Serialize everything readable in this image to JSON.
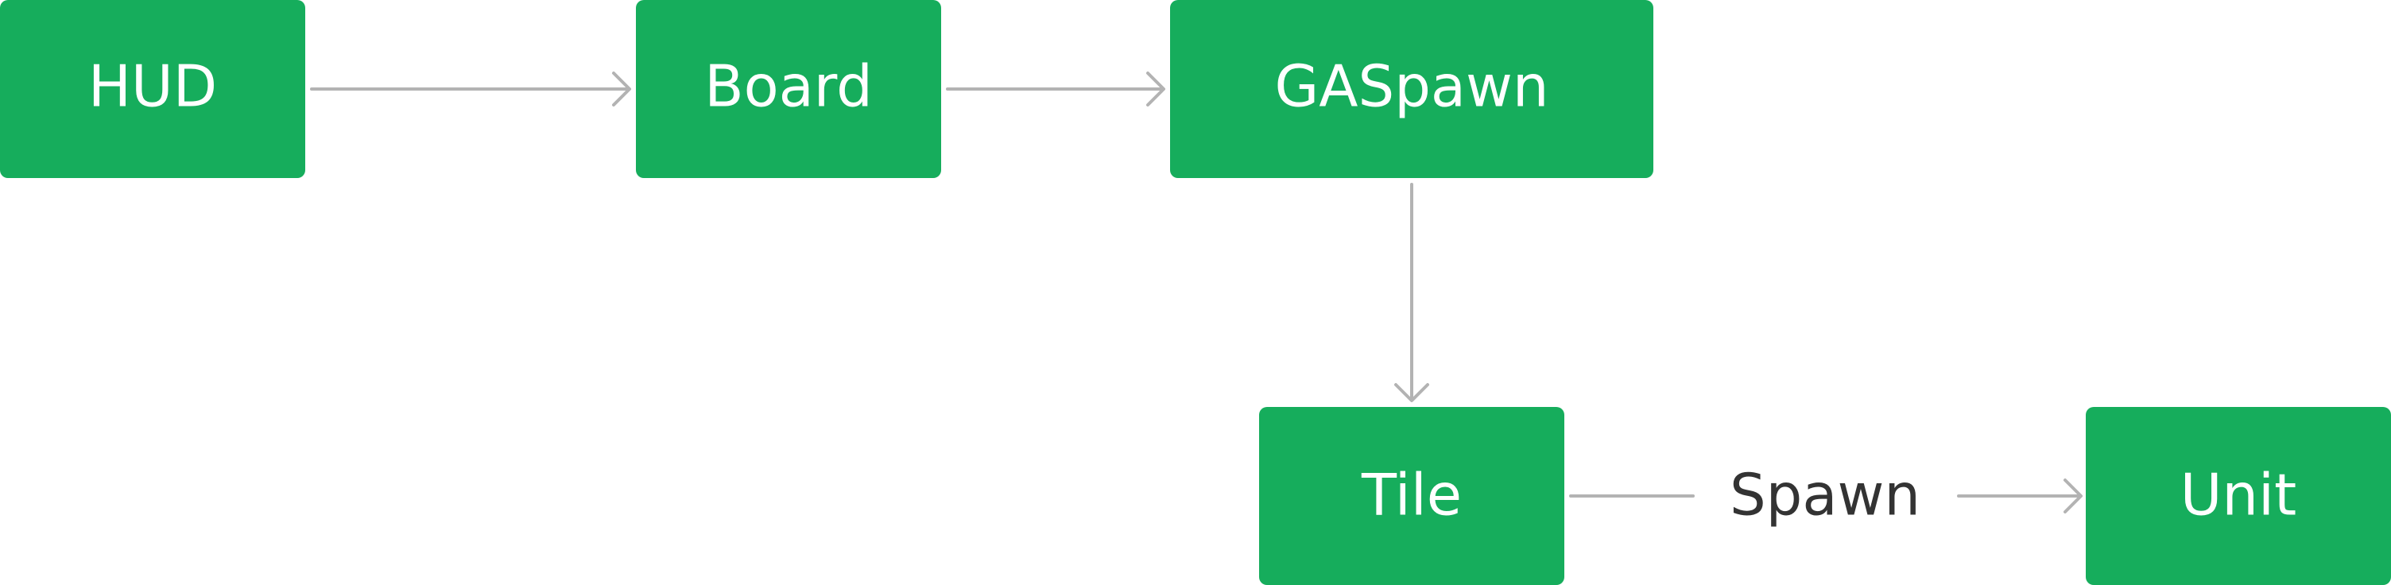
{
  "colors": {
    "node_fill": "#16ad5c",
    "node_text": "#ffffff",
    "edge_stroke": "#b3b3b3",
    "edge_label_text": "#333333",
    "background": "#ffffff"
  },
  "nodes": [
    {
      "id": "hud",
      "label": "HUD"
    },
    {
      "id": "board",
      "label": "Board"
    },
    {
      "id": "gaspawn",
      "label": "GASpawn"
    },
    {
      "id": "tile",
      "label": "Tile"
    },
    {
      "id": "unit",
      "label": "Unit"
    }
  ],
  "edges": [
    {
      "from": "hud",
      "to": "board",
      "label": ""
    },
    {
      "from": "board",
      "to": "gaspawn",
      "label": ""
    },
    {
      "from": "gaspawn",
      "to": "tile",
      "label": ""
    },
    {
      "from": "tile",
      "to": "unit",
      "label": "Spawn"
    }
  ]
}
